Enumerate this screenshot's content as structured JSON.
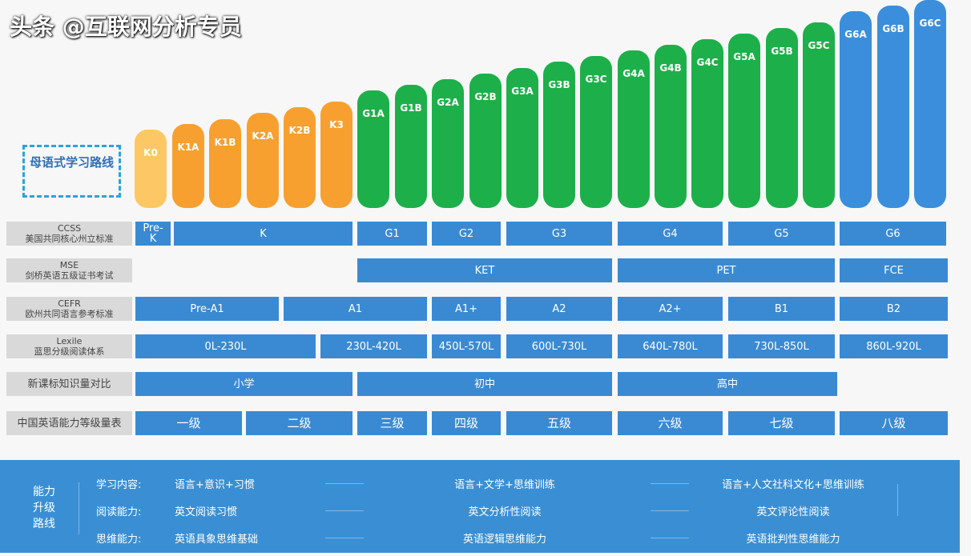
{
  "route_title": "母语式学习路线",
  "colors": {
    "k0": "#fdc765",
    "k": "#f7a030",
    "g": "#1db04a",
    "g6": "#3b8edb",
    "bar": "#3a8ad3",
    "panel": "#3a8fd4"
  },
  "levels": [
    "K0",
    "K1A",
    "K1B",
    "K2A",
    "K2B",
    "K3",
    "G1A",
    "G1B",
    "G2A",
    "G2B",
    "G3A",
    "G3B",
    "G3C",
    "G4A",
    "G4B",
    "G4C",
    "G5A",
    "G5B",
    "G5C",
    "G6A",
    "G6B",
    "G6C"
  ],
  "rows": [
    {
      "abbr": "CCSS",
      "name": "美国共同核心州立标准",
      "cells": [
        "Pre-K",
        "K",
        "G1",
        "G2",
        "G3",
        "G4",
        "G5",
        "G6"
      ]
    },
    {
      "abbr": "MSE",
      "name": "剑桥英语五级证书考试",
      "cells": [
        "KET",
        "PET",
        "FCE"
      ]
    },
    {
      "abbr": "CEFR",
      "name": "欧州共同语言参考标准",
      "cells": [
        "Pre-A1",
        "A1",
        "A1+",
        "A2",
        "A2+",
        "B1",
        "B2"
      ]
    },
    {
      "abbr": "Lexile",
      "name": "蓝思分级阅读体系",
      "cells": [
        "0L-230L",
        "230L-420L",
        "450L-570L",
        "600L-730L",
        "640L-780L",
        "730L-850L",
        "860L-920L"
      ]
    },
    {
      "abbr": "",
      "name": "新课标知识量对比",
      "cells": [
        "小学",
        "初中",
        "高中"
      ]
    },
    {
      "abbr": "",
      "name": "中国英语能力等级量表",
      "cells": [
        "一级",
        "二级",
        "三级",
        "四级",
        "五级",
        "六级",
        "七级",
        "八级"
      ]
    }
  ],
  "panel": {
    "title": "能力升级路线",
    "rows": [
      {
        "label": "学习内容:",
        "stages": [
          "语言+意识+习惯",
          "语言+文学+思维训练",
          "语言+人文社科文化+思维训练"
        ]
      },
      {
        "label": "阅读能力:",
        "stages": [
          "英文阅读习惯",
          "英文分析性阅读",
          "英文评论性阅读"
        ]
      },
      {
        "label": "思维能力:",
        "stages": [
          "英语具象思维基础",
          "英语逻辑思维能力",
          "英语批判性思维能力"
        ]
      }
    ]
  },
  "watermark": "头条 @互联网分析专员"
}
